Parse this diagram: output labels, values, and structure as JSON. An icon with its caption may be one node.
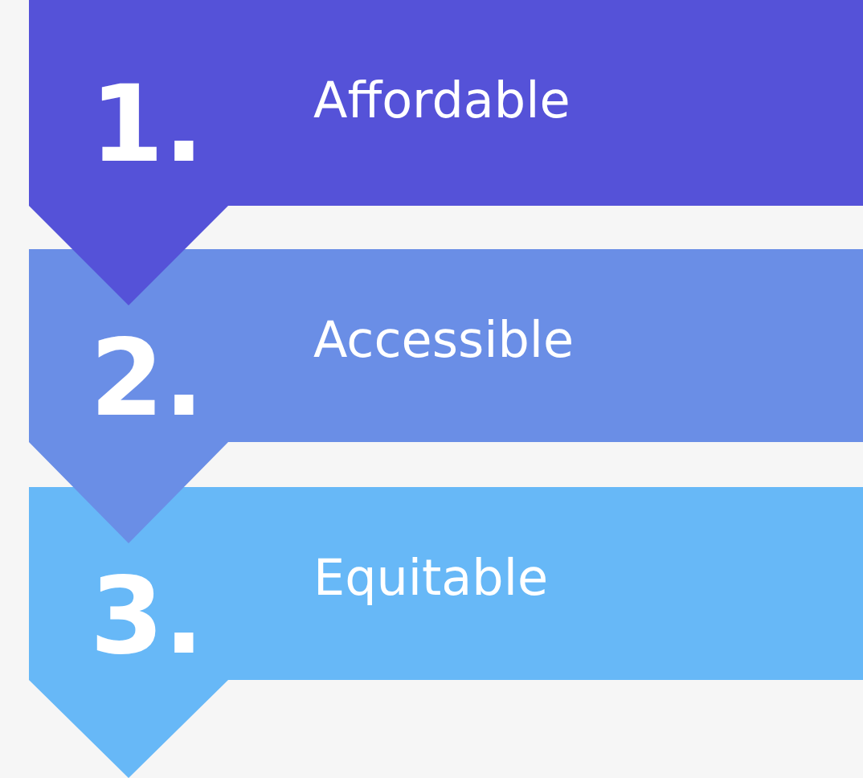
{
  "diagram": {
    "nodes": [
      {
        "text": [
          "1.",
          "Affordable"
        ]
      },
      {
        "text": [
          "2.",
          "Accessible"
        ]
      },
      {
        "text": [
          "3.",
          "Equitable"
        ]
      }
    ]
  }
}
